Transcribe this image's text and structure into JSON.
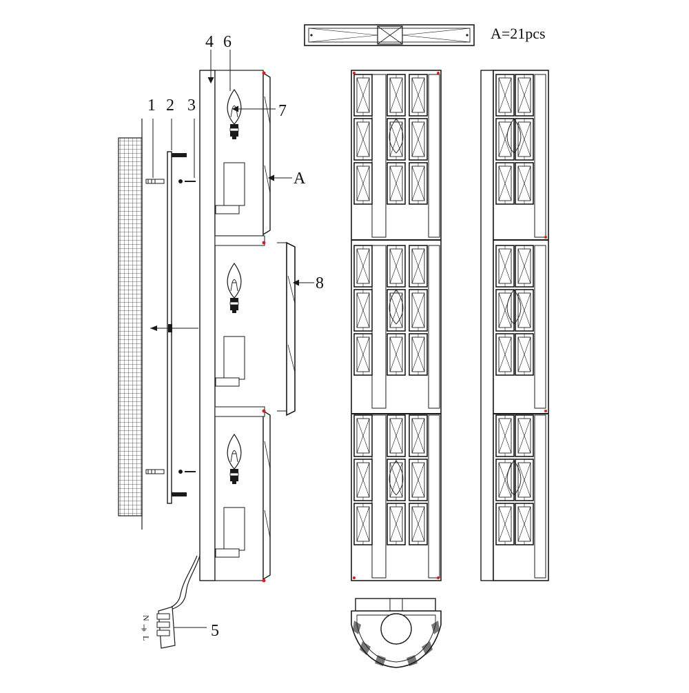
{
  "callouts": {
    "n1": "1",
    "n2": "2",
    "n3": "3",
    "n4": "4",
    "n5": "5",
    "n6": "6",
    "n7": "7",
    "n8": "8",
    "a": "A"
  },
  "quantity_note": "A=21pcs",
  "terminal_labels": {
    "n": "N",
    "ground": "⏚",
    "l": "L"
  },
  "colors": {
    "line": "#1a1a1a",
    "accent_dot": "#d22020"
  }
}
